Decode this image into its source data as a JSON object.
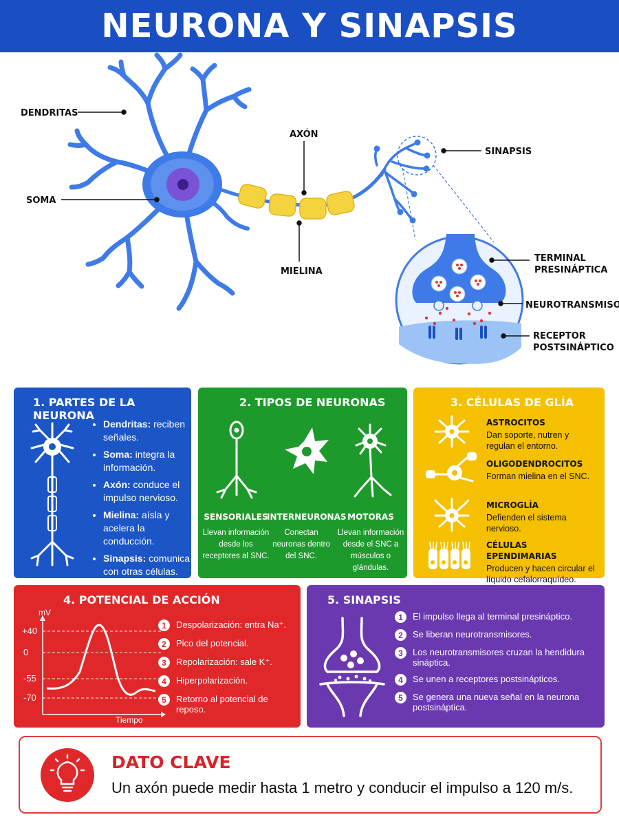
{
  "title": "NEURONA Y SINAPSIS",
  "diagram": {
    "dendritas": "DENDRITAS",
    "soma": "SOMA",
    "axon": "AXÓN",
    "mielina": "MIELINA",
    "sinapsis": "SINAPSIS",
    "terminal": [
      "TERMINAL",
      "PRESINÁPTICA"
    ],
    "neurotransmisores": "NEUROTRANSMISORES",
    "receptor": [
      "RECEPTOR",
      "POSTSINÁPTICO"
    ]
  },
  "partes": {
    "title": "1.  PARTES DE LA NEURONA",
    "items": [
      {
        "term": "Dendritas:",
        "desc": " reciben señales."
      },
      {
        "term": "Soma:",
        "desc": " integra la información."
      },
      {
        "term": "Axón:",
        "desc": " conduce el impulso nervioso."
      },
      {
        "term": "Mielina:",
        "desc": " aísla y acelera la conducción."
      },
      {
        "term": "Sinapsis:",
        "desc": " comunica con otras células."
      }
    ]
  },
  "tipos": {
    "title": "2.  TIPOS DE NEURONAS",
    "items": [
      {
        "name": "SENSORIALES",
        "desc": "Llevan información desde los receptores al SNC."
      },
      {
        "name": "INTERNEURONAS",
        "desc": "Conectan neuronas dentro del SNC."
      },
      {
        "name": "MOTORAS",
        "desc": "Llevan información desde el SNC a músculos o glándulas."
      }
    ]
  },
  "glia": {
    "title": "3.  CÉLULAS DE GLÍA",
    "items": [
      {
        "name": "ASTROCITOS",
        "desc": "Dan soporte, nutren y regulan el entorno."
      },
      {
        "name": "OLIGODENDROCITOS",
        "desc": "Forman mielina en el SNC."
      },
      {
        "name": "MICROGLÍA",
        "desc": "Defienden el sistema nervioso."
      },
      {
        "name": "CÉLULAS EPENDIMARIAS",
        "desc": "Producen y hacen circular el líquido cefalorraquídeo."
      }
    ]
  },
  "potencial": {
    "title": "4.  POTENCIAL DE ACCIÓN",
    "y_unit": "mV",
    "x_label": "Tiempo",
    "ticks": [
      "+40",
      "0",
      "-55",
      "-70"
    ],
    "steps": [
      {
        "n": "1",
        "text": "Despolarización: entra Na⁺."
      },
      {
        "n": "2",
        "text": "Pico del potencial."
      },
      {
        "n": "3",
        "text": "Repolarización: sale K⁺."
      },
      {
        "n": "4",
        "text": "Hiperpolarización."
      },
      {
        "n": "5",
        "text": "Retorno al potencial de reposo."
      }
    ]
  },
  "sinapsis": {
    "title": "5.  SINAPSIS",
    "steps": [
      {
        "n": "1",
        "text": "El impulso llega al terminal presináptico."
      },
      {
        "n": "2",
        "text": "Se liberan neurotransmisores."
      },
      {
        "n": "3",
        "text": "Los neurotransmisores cruzan la hendidura sináptica."
      },
      {
        "n": "4",
        "text": "Se unen a receptores postsinápticos."
      },
      {
        "n": "5",
        "text": "Se genera una nueva señal en la neurona postsináptica."
      }
    ]
  },
  "dato": {
    "title": "DATO CLAVE",
    "text": "Un axón puede medir hasta 1 metro y conducir el impulso a 120 m/s."
  },
  "colors": {
    "header": "#1a4fc4",
    "neuron": "#3f7be8",
    "myelin": "#f5d33f",
    "panel1": "#1b55c6",
    "panel2": "#1e9a2d",
    "panel3": "#f5c000",
    "panel4": "#e0282a",
    "panel5": "#6a39b0",
    "accent_red": "#d7232a"
  }
}
